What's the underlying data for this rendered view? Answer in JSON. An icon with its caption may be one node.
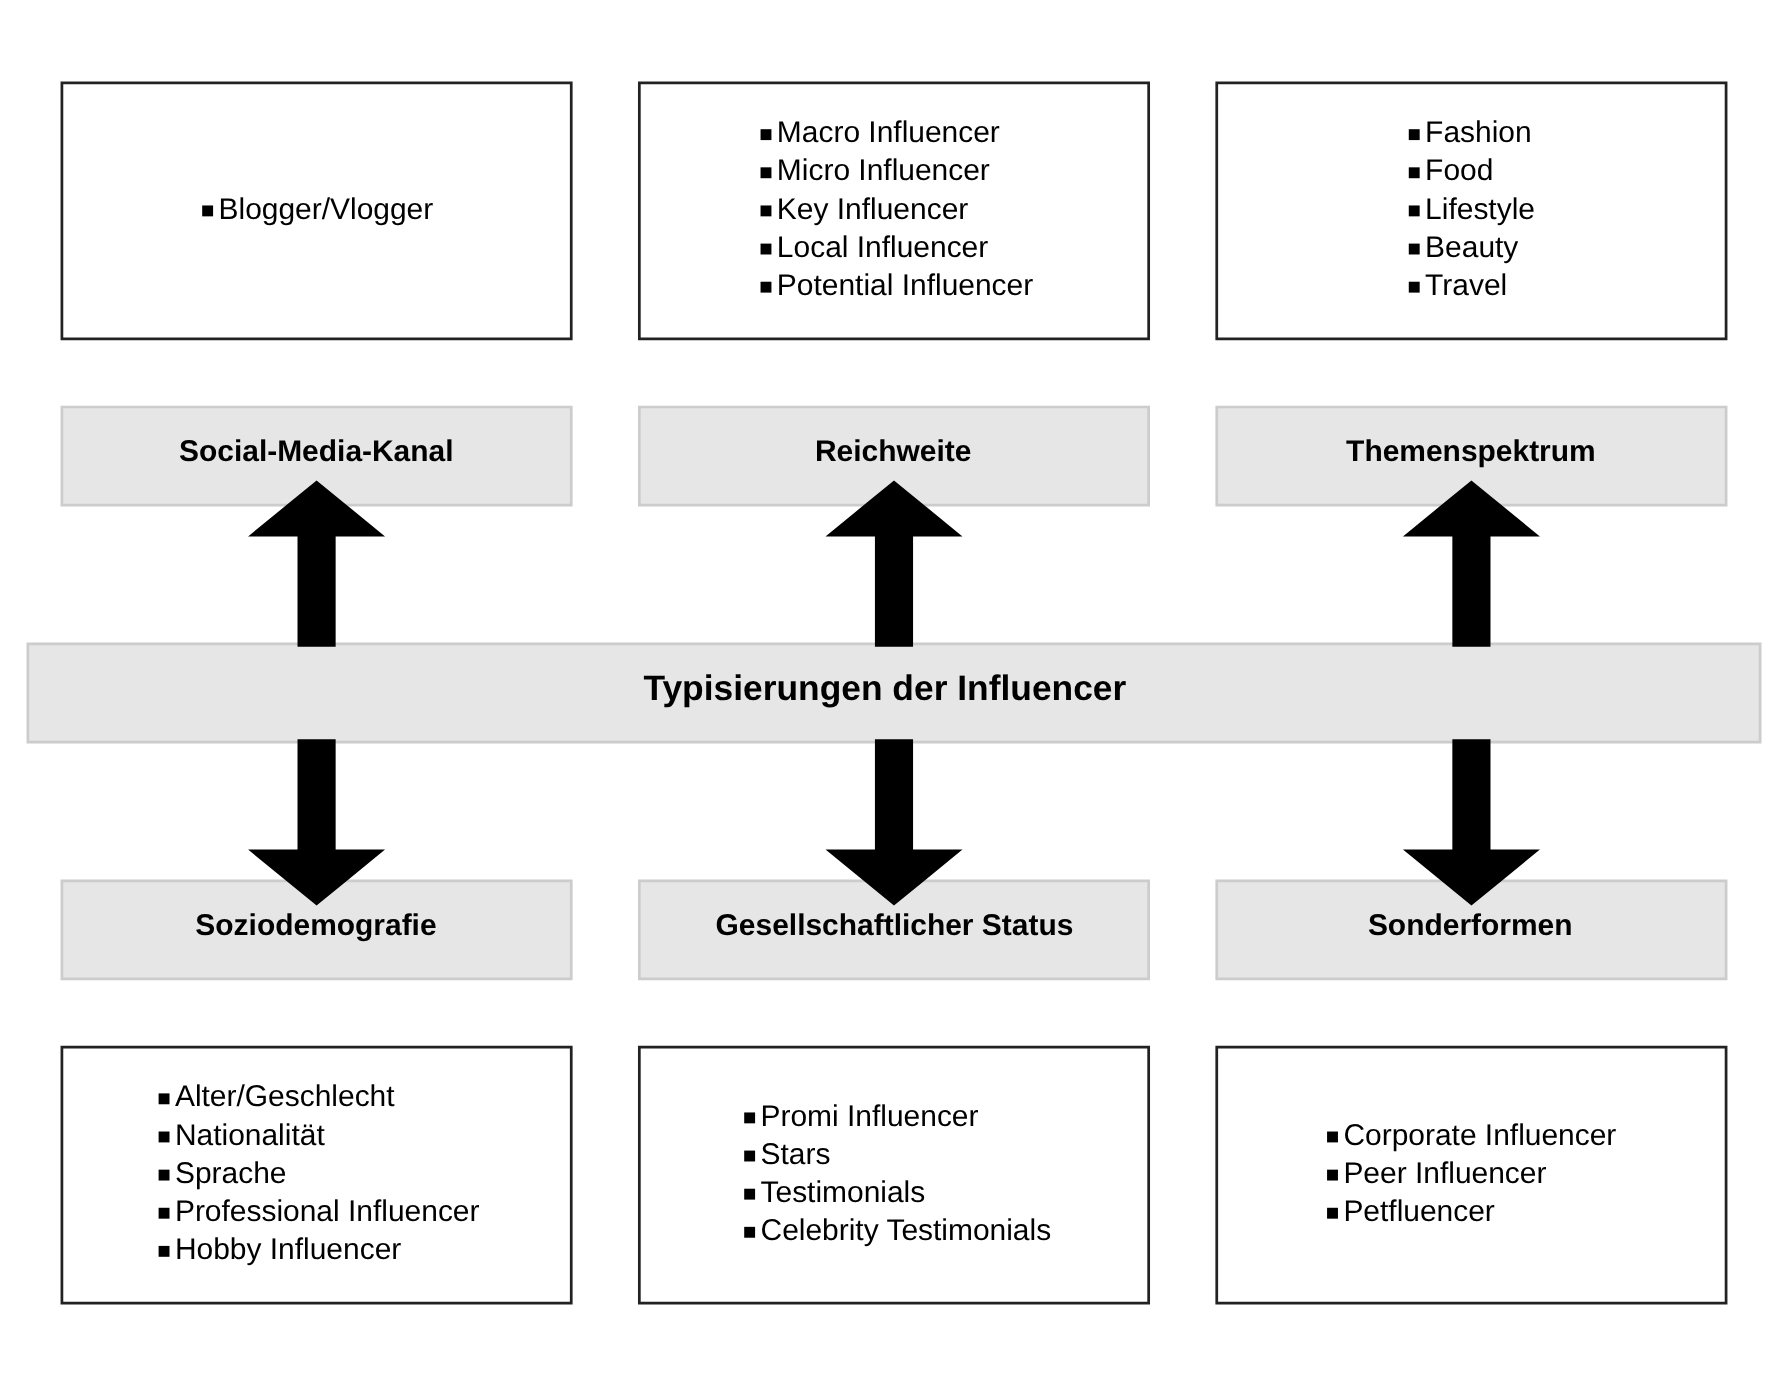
{
  "diagram": {
    "nodes": [
      {
        "text": [
          "Blogger/Vlogger"
        ]
      },
      {
        "text": [
          "Macro Influencer",
          "Micro Influencer",
          "Key Influencer",
          "Local Influencer",
          "Potential Influencer"
        ]
      },
      {
        "text": [
          "Fashion",
          "Food",
          "Lifestyle",
          "Beauty",
          "Travel"
        ]
      },
      {
        "text": [
          "Social-Media-Kanal"
        ]
      },
      {
        "text": [
          "Reichweite"
        ]
      },
      {
        "text": [
          "Themenspektrum"
        ]
      },
      {
        "text": [
          "Typisierungen der Influencer"
        ]
      },
      {
        "text": [
          "Soziodemografie"
        ]
      },
      {
        "text": [
          "Gesellschaftlicher Status"
        ]
      },
      {
        "text": [
          "Sonderformen"
        ]
      },
      {
        "text": [
          "Alter/Geschlecht",
          "Nationalität",
          "Sprache",
          "Professional Influencer",
          "Hobby Influencer"
        ]
      },
      {
        "text": [
          "Promi Influencer",
          "Stars",
          "Testimonials",
          "Celebrity Testimonials"
        ]
      },
      {
        "text": [
          "Corporate Influencer",
          "Peer Influencer",
          "Petfluencer"
        ]
      }
    ],
    "edges": [
      {
        "from": 6,
        "to": 3,
        "arrow": "to"
      },
      {
        "from": 6,
        "to": 4,
        "arrow": "to"
      },
      {
        "from": 6,
        "to": 5,
        "arrow": "to"
      },
      {
        "from": 6,
        "to": 7,
        "arrow": "to"
      },
      {
        "from": 6,
        "to": 8,
        "arrow": "to"
      },
      {
        "from": 6,
        "to": 9,
        "arrow": "to"
      }
    ]
  }
}
